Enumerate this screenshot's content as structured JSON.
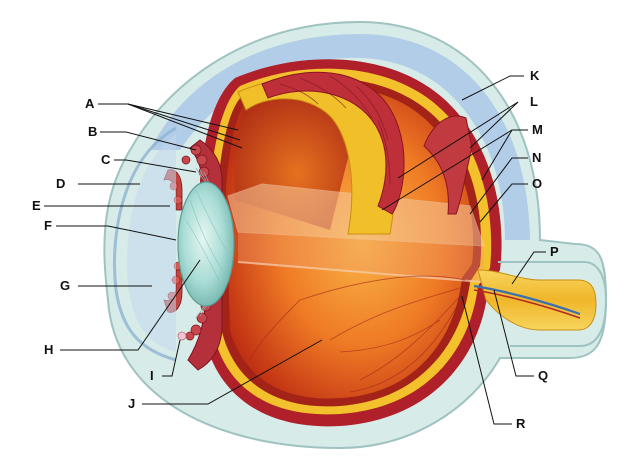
{
  "labels": {
    "A": "A",
    "B": "B",
    "C": "C",
    "D": "D",
    "E": "E",
    "F": "F",
    "G": "G",
    "H": "H",
    "I": "I",
    "J": "J",
    "K": "K",
    "L": "L",
    "M": "M",
    "N": "N",
    "O": "O",
    "P": "P",
    "Q": "Q",
    "R": "R"
  },
  "colors": {
    "sclera_outer": "#d7ebe8",
    "sclera_edge": "#9fc3c1",
    "sclera_blue": "#a9c6e6",
    "choroid": "#b0202a",
    "retina_yellow": "#f3c12b",
    "vitreous_light": "#f6a53a",
    "vitreous_dark": "#c4340f",
    "lens": "#9fd6cf",
    "iris": "#c2453f",
    "optic_nerve": "#f2c23c"
  }
}
